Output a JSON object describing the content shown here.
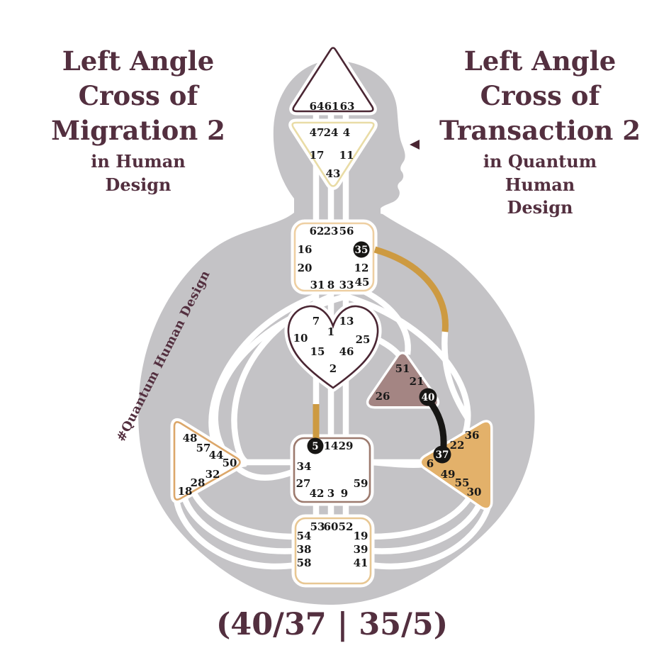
{
  "titles": {
    "left": {
      "lines": [
        "Left Angle",
        "Cross of",
        "Migration 2"
      ],
      "subtitle": [
        "in Human",
        "Design"
      ]
    },
    "right": {
      "lines": [
        "Left Angle",
        "Cross of",
        "Transaction 2"
      ],
      "subtitle": [
        "in Quantum",
        "Human",
        "Design"
      ]
    }
  },
  "watermark": "#Quantum Human Design",
  "gate_notation": "(40/37 | 35/5)",
  "activated_gates": [
    "40",
    "37",
    "35",
    "5"
  ],
  "highlighted_channels": [
    {
      "name": "40-37",
      "color": "black"
    },
    {
      "name": "35-36",
      "color": "gold",
      "extent": "partial"
    },
    {
      "name": "15-5",
      "color": "gold",
      "extent": "partial"
    }
  ],
  "colors": {
    "title_maroon": "#532f3f",
    "silhouette_gray": "#c4c3c6",
    "channel_white": "#ffffff",
    "gold": "#cd9a41",
    "channel_black": "#171614",
    "ego_fill": "#a48583",
    "solar_plexus_fill": "#e3b16a",
    "spleen_border": "#dca76a",
    "root_border": "#e8c793",
    "throat_border": "#eecfa2",
    "ajna_border": "#e9dca6",
    "dark_maroon_border": "#4a2633",
    "sacral_border": "#9c7a6e"
  },
  "centers": {
    "head": {
      "gates": [
        "64",
        "61",
        "63"
      ]
    },
    "ajna": {
      "gates": [
        "47",
        "24",
        "4",
        "17",
        "11",
        "43"
      ]
    },
    "throat": {
      "gates": [
        "62",
        "23",
        "56",
        "16",
        "35",
        "20",
        "12",
        "31",
        "8",
        "33",
        "45"
      ]
    },
    "g_center": {
      "gates": [
        "7",
        "13",
        "1",
        "10",
        "25",
        "15",
        "46",
        "2"
      ]
    },
    "ego": {
      "gates": [
        "51",
        "21",
        "26",
        "40"
      ]
    },
    "spleen": {
      "gates": [
        "48",
        "57",
        "44",
        "50",
        "32",
        "28",
        "18"
      ]
    },
    "sacral": {
      "gates": [
        "5",
        "14",
        "29",
        "34",
        "27",
        "59",
        "42",
        "3",
        "9"
      ]
    },
    "solar_plexus": {
      "gates": [
        "36",
        "22",
        "37",
        "6",
        "49",
        "55",
        "30"
      ]
    },
    "root": {
      "gates": [
        "53",
        "60",
        "52",
        "54",
        "19",
        "38",
        "39",
        "58",
        "41"
      ]
    }
  }
}
